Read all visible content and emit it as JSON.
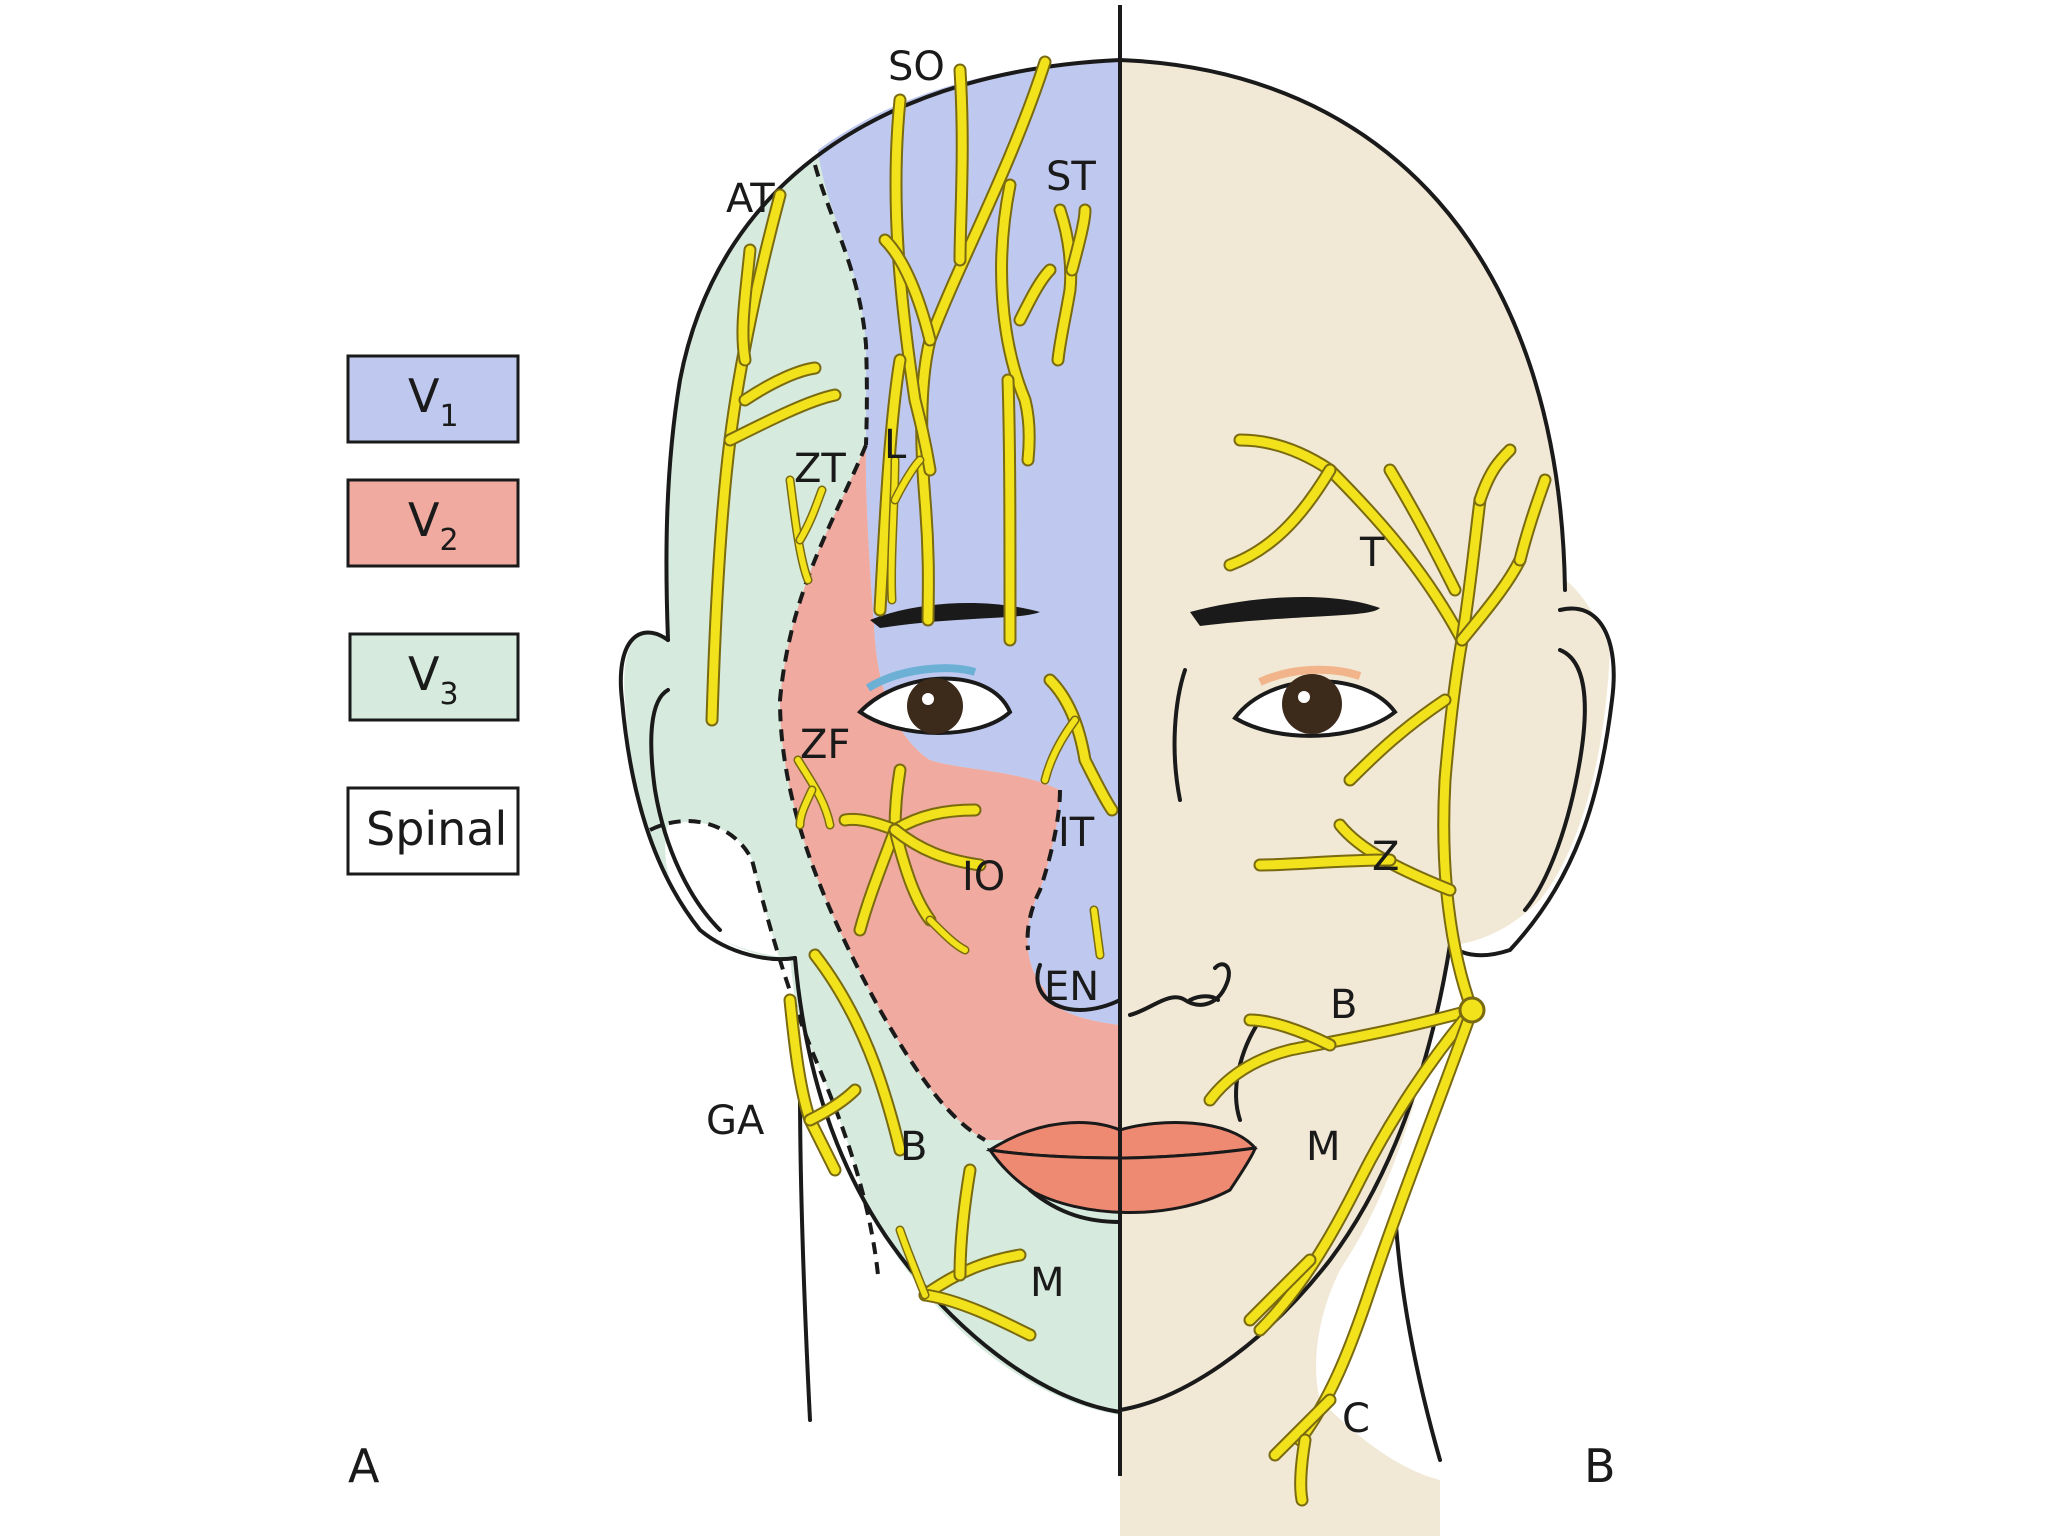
{
  "colors": {
    "v1": "#bfc9ef",
    "v2": "#f0aaa0",
    "v3": "#d6eade",
    "spinal": "#ffffff",
    "skin": "#f1e8d6",
    "nerve": "#f2e21b",
    "lips": "#ef8a72",
    "outline": "#1a1a1a"
  },
  "legend": [
    {
      "id": "v1",
      "base": "V",
      "sub": "1"
    },
    {
      "id": "v2",
      "base": "V",
      "sub": "2"
    },
    {
      "id": "v3",
      "base": "V",
      "sub": "3"
    },
    {
      "id": "spinal",
      "text": "Spinal"
    }
  ],
  "panels": {
    "a": "A",
    "b": "B"
  },
  "labels_a": {
    "so": "SO",
    "st": "ST",
    "at": "AT",
    "zt": "ZT",
    "l": "L",
    "zf": "ZF",
    "it": "IT",
    "io": "IO",
    "en": "EN",
    "ga": "GA",
    "b": "B",
    "m": "M"
  },
  "labels_b": {
    "t": "T",
    "z": "Z",
    "b": "B",
    "m": "M",
    "c": "C"
  }
}
